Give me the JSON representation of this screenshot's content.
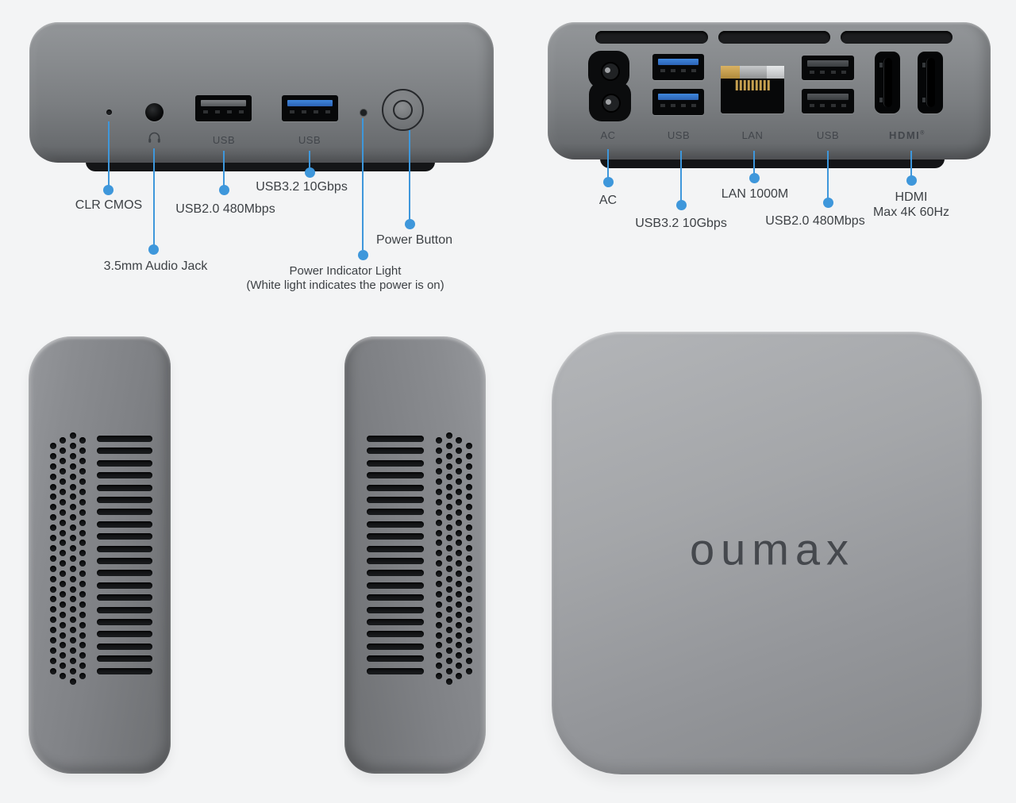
{
  "colors": {
    "background": "#f3f4f5",
    "callout_blue": "#3e97db",
    "label_text": "#3d4145",
    "device_label_text": "#42464b",
    "usb3_tab_blue": "#3f87dd",
    "lan_gold": "#c59f4f",
    "brand_text": "#45484d"
  },
  "front_view": {
    "ports": {
      "audio_icon": "headphones-icon",
      "usb2_label": "USB",
      "usb3_label": "USB"
    },
    "callouts": {
      "clr_cmos": {
        "label": "CLR CMOS"
      },
      "audio_jack": {
        "label": "3.5mm Audio Jack"
      },
      "usb2": {
        "label": "USB2.0 480Mbps"
      },
      "usb3": {
        "label": "USB3.2 10Gbps"
      },
      "power_indicator": {
        "label": "Power Indicator Light",
        "sublabel": "(White light indicates the power is on)"
      },
      "power_button": {
        "label": "Power Button"
      }
    }
  },
  "back_view": {
    "ports": {
      "ac_label": "AC",
      "usb3_label": "USB",
      "lan_label": "LAN",
      "usb2_label": "USB",
      "hdmi_label": "HDMI",
      "hdmi_reg": "®"
    },
    "callouts": {
      "ac": {
        "label": "AC"
      },
      "usb3": {
        "label": "USB3.2 10Gbps"
      },
      "lan": {
        "label": "LAN 1000M"
      },
      "usb2": {
        "label": "USB2.0 480Mbps"
      },
      "hdmi": {
        "label": "HDMI",
        "sublabel": "Max 4K 60Hz"
      }
    }
  },
  "top_view": {
    "brand": "oumax"
  }
}
